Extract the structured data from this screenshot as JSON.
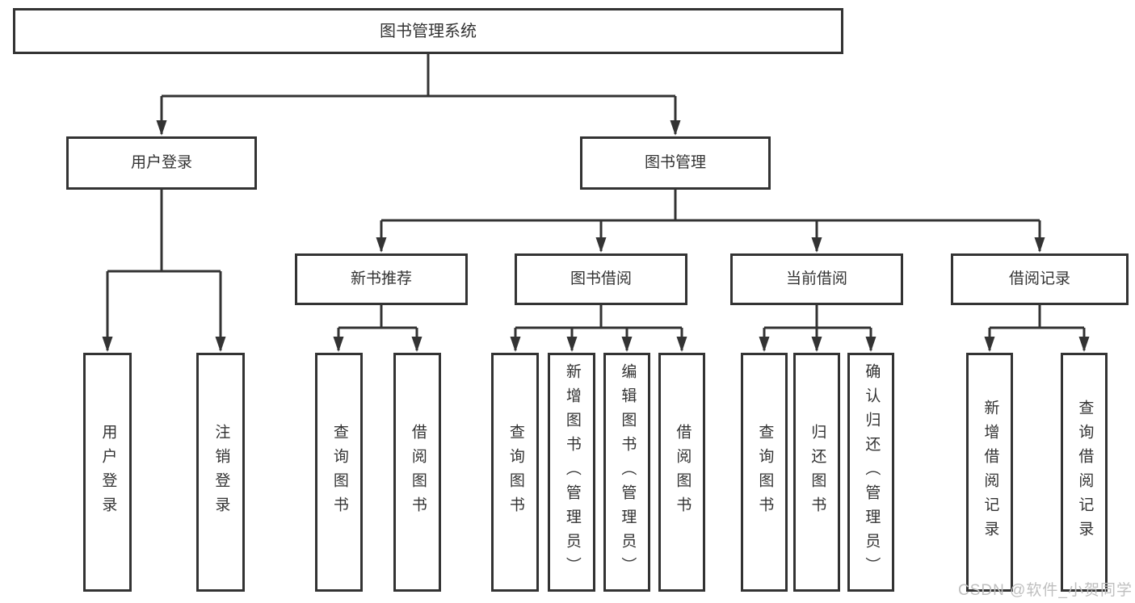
{
  "diagram": {
    "root_label": "图书管理系统",
    "branches": [
      {
        "label": "用户登录",
        "children": [
          {
            "label": "用户登录"
          },
          {
            "label": "注销登录"
          }
        ]
      },
      {
        "label": "图书管理",
        "children": [
          {
            "label": "新书推荐",
            "children": [
              {
                "label": "查询图书"
              },
              {
                "label": "借阅图书"
              }
            ]
          },
          {
            "label": "图书借阅",
            "children": [
              {
                "label": "查询图书"
              },
              {
                "label": "新增图书（管理员）"
              },
              {
                "label": "编辑图书（管理员）"
              },
              {
                "label": "借阅图书"
              }
            ]
          },
          {
            "label": "当前借阅",
            "children": [
              {
                "label": "查询图书"
              },
              {
                "label": "归还图书"
              },
              {
                "label": "确认归还（管理员）"
              }
            ]
          },
          {
            "label": "借阅记录",
            "children": [
              {
                "label": "新增借阅记录"
              },
              {
                "label": "查询借阅记录"
              }
            ]
          }
        ]
      }
    ],
    "watermark": "CSDN @软件_小贺同学",
    "colors": {
      "line": "#333333",
      "text": "#333333",
      "box_background": "#ffffff",
      "watermark": "#bfbfbf",
      "background": "#ffffff"
    }
  }
}
